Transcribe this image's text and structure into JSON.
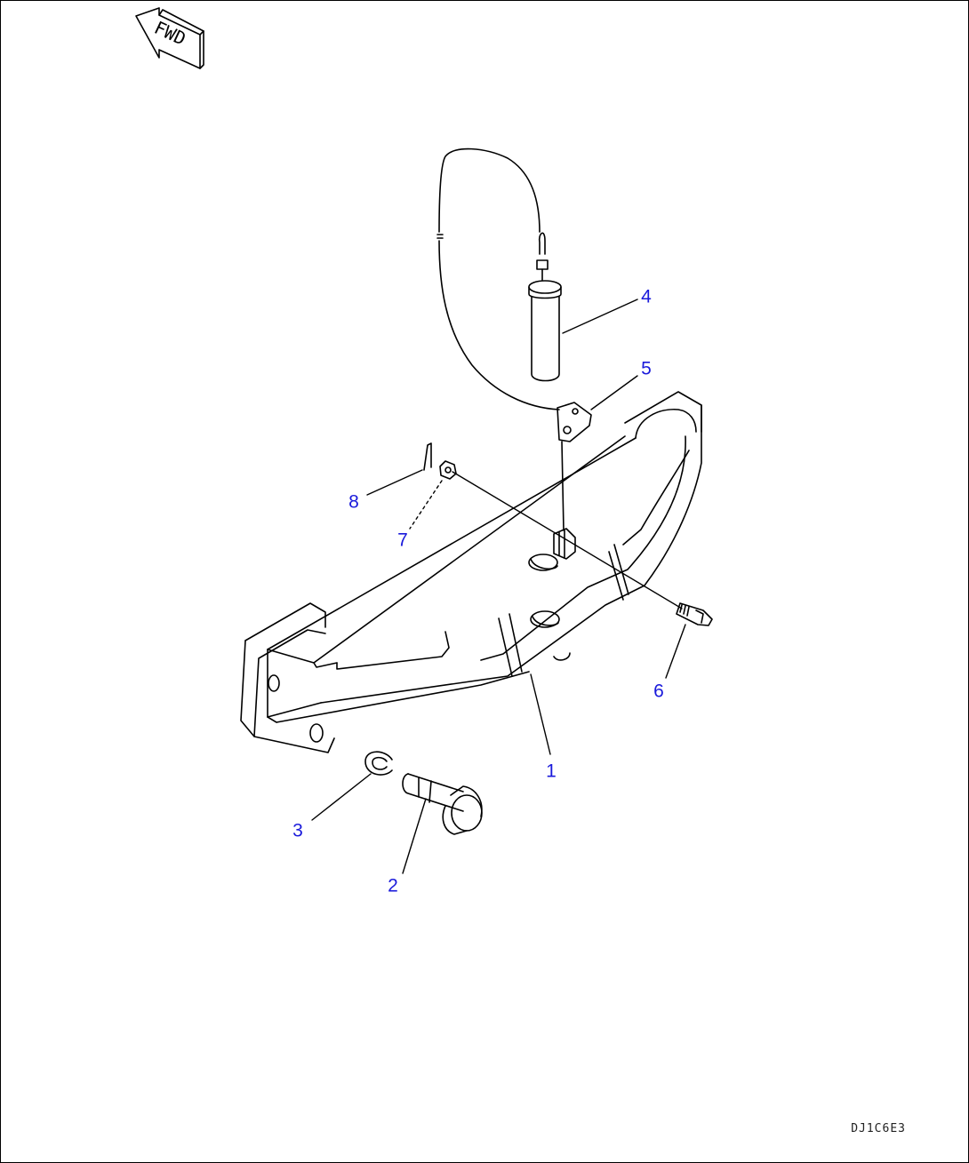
{
  "fwd_label": "FWD",
  "drawing_id": "DJ1C6E3",
  "colors": {
    "line": "#000000",
    "callout": "#1a1adb",
    "background": "#ffffff"
  },
  "callouts": [
    {
      "id": "c1",
      "label": "1"
    },
    {
      "id": "c2",
      "label": "2"
    },
    {
      "id": "c3",
      "label": "3"
    },
    {
      "id": "c4",
      "label": "4"
    },
    {
      "id": "c5",
      "label": "5"
    },
    {
      "id": "c6",
      "label": "6"
    },
    {
      "id": "c7",
      "label": "7"
    },
    {
      "id": "c8",
      "label": "8"
    }
  ]
}
